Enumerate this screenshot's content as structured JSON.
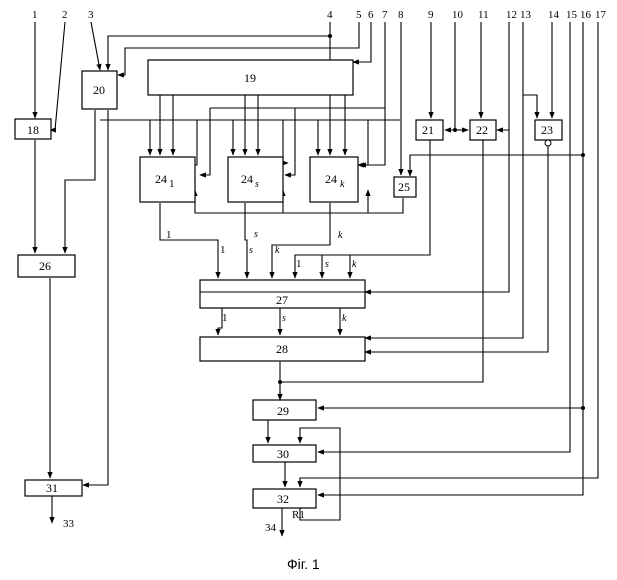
{
  "diagram": {
    "caption": "Фіг. 1",
    "inputs": [
      "1",
      "2",
      "3",
      "4",
      "5",
      "6",
      "7",
      "8",
      "9",
      "10",
      "11",
      "12",
      "13",
      "14",
      "15",
      "16",
      "17"
    ],
    "outputs": [
      "33",
      "34"
    ],
    "blocks": {
      "b18": "18",
      "b19": "19",
      "b20": "20",
      "b21": "21",
      "b22": "22",
      "b23": "23",
      "b24_1_num": "24",
      "b24_1_sub": "1",
      "b24_s_num": "24",
      "b24_s_sub": "s",
      "b24_k_num": "24",
      "b24_k_sub": "k",
      "b25": "25",
      "b26": "26",
      "b27": "27",
      "b28": "28",
      "b29": "29",
      "b30": "30",
      "b31": "31",
      "b32": "32"
    },
    "port_labels": {
      "one": "1",
      "s": "s",
      "k": "k",
      "reset": "R1"
    }
  }
}
